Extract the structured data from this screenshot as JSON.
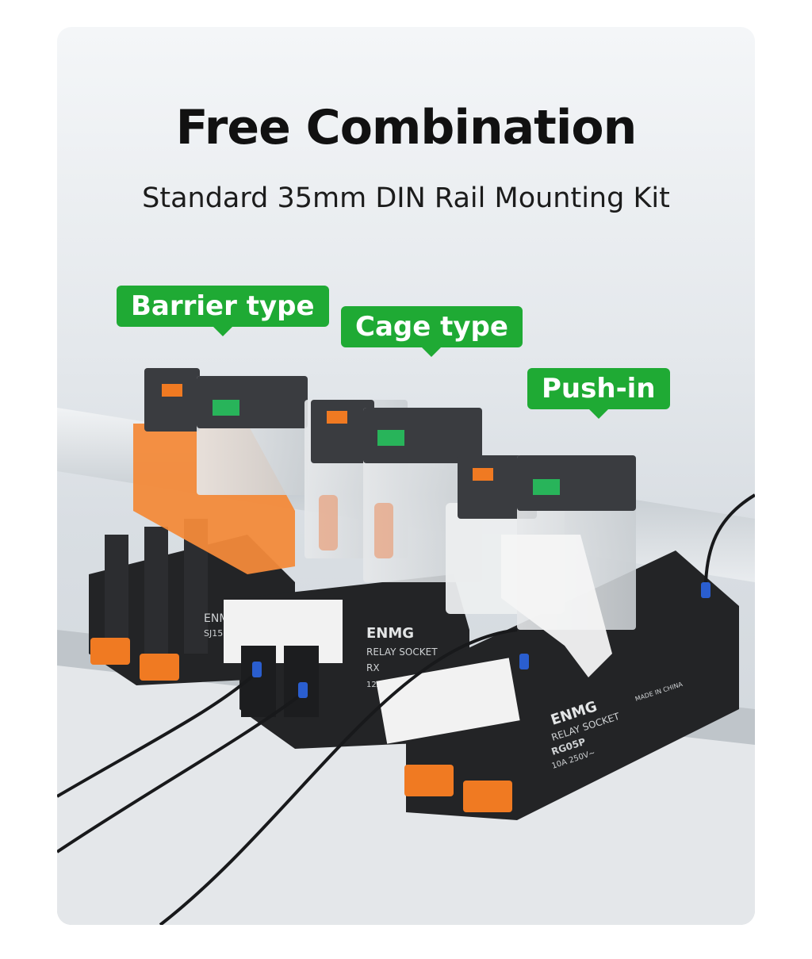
{
  "heading": {
    "title": "Free Combination",
    "subtitle": "Standard 35mm DIN Rail Mounting Kit"
  },
  "tags": {
    "barrier": "Barrier type",
    "cage": "Cage type",
    "pushin": "Push-in"
  },
  "product": {
    "brand": "ENMG",
    "socket_label": "RELAY SOCKET",
    "model": "RG05P",
    "rating": "10A 250V~",
    "origin": "MADE IN CHINA",
    "model_short_left": "SJ15",
    "model_short_mid": "RX",
    "rating_mid": "12A 300V"
  },
  "colors": {
    "tag_green": "#1faa34",
    "relay_orange": "#f07a22",
    "relay_green": "#28b45a",
    "socket_black": "#232426",
    "barrier_orange": "#f38a3a"
  }
}
